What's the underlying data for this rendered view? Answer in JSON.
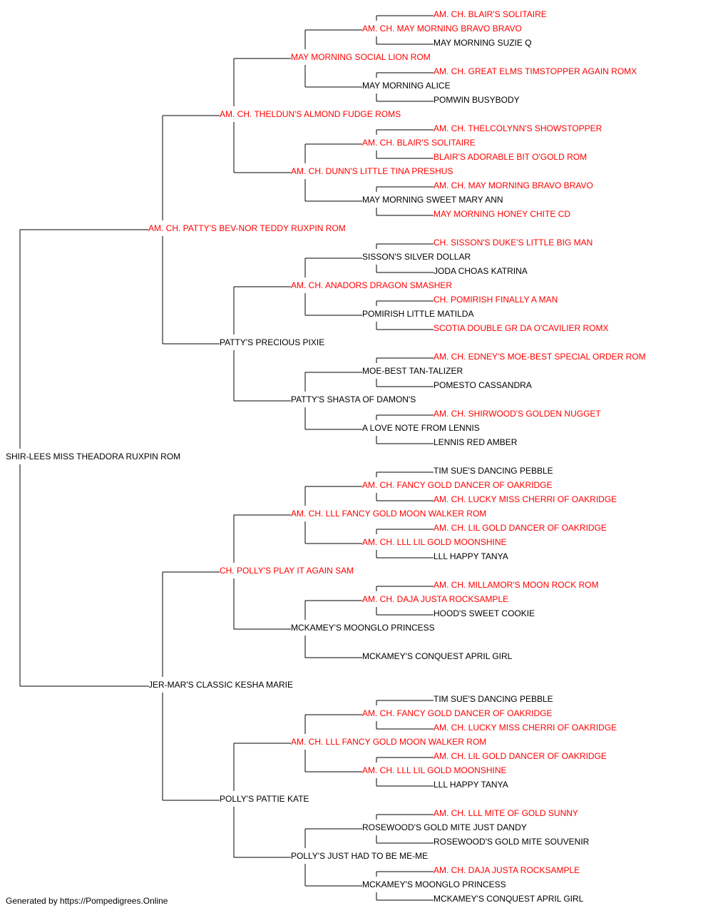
{
  "colors": {
    "champion": "#ff0000",
    "normal": "#000000",
    "line": "#000000"
  },
  "pedigree": {
    "name": "SHIR-LEES MISS THEADORA RUXPIN ROM",
    "ch": false,
    "sire": {
      "name": "AM. CH. PATTY'S BEV-NOR TEDDY RUXPIN ROM",
      "ch": true,
      "sire": {
        "name": "AM. CH. THELDUN'S ALMOND FUDGE ROMS",
        "ch": true,
        "sire": {
          "name": "MAY MORNING SOCIAL LION ROM",
          "ch": true,
          "sire": {
            "name": "AM. CH. MAY MORNING BRAVO BRAVO",
            "ch": true,
            "sire": {
              "name": "AM. CH. BLAIR'S SOLITAIRE",
              "ch": true
            },
            "dam": {
              "name": "MAY MORNING SUZIE Q",
              "ch": false
            }
          },
          "dam": {
            "name": "MAY MORNING ALICE",
            "ch": false,
            "sire": {
              "name": "AM. CH. GREAT ELMS TIMSTOPPER AGAIN ROMX",
              "ch": true
            },
            "dam": {
              "name": "POMWIN BUSYBODY",
              "ch": false
            }
          }
        },
        "dam": {
          "name": "AM. CH. DUNN'S LITTLE TINA PRESHUS",
          "ch": true,
          "sire": {
            "name": "AM. CH. BLAIR'S SOLITAIRE",
            "ch": true,
            "sire": {
              "name": "AM. CH. THELCOLYNN'S SHOWSTOPPER",
              "ch": true
            },
            "dam": {
              "name": "BLAIR'S ADORABLE BIT O'GOLD ROM",
              "ch": true
            }
          },
          "dam": {
            "name": "MAY MORNING SWEET MARY ANN",
            "ch": false,
            "sire": {
              "name": "AM. CH. MAY MORNING BRAVO BRAVO",
              "ch": true
            },
            "dam": {
              "name": "MAY MORNING HONEY CHITE CD",
              "ch": true
            }
          }
        }
      },
      "dam": {
        "name": "PATTY'S PRECIOUS PIXIE",
        "ch": false,
        "sire": {
          "name": "AM. CH. ANADORS DRAGON SMASHER",
          "ch": true,
          "sire": {
            "name": "SISSON'S SILVER DOLLAR",
            "ch": false,
            "sire": {
              "name": "CH. SISSON'S DUKE'S LITTLE BIG MAN",
              "ch": true
            },
            "dam": {
              "name": "JODA CHOAS KATRINA",
              "ch": false
            }
          },
          "dam": {
            "name": "POMIRISH LITTLE MATILDA",
            "ch": false,
            "sire": {
              "name": "CH. POMIRISH FINALLY A MAN",
              "ch": true
            },
            "dam": {
              "name": "SCOTIA DOUBLE GR DA O'CAVILIER ROMX",
              "ch": true
            }
          }
        },
        "dam": {
          "name": "PATTY'S SHASTA OF DAMON'S",
          "ch": false,
          "sire": {
            "name": "MOE-BEST TAN-TALIZER",
            "ch": false,
            "sire": {
              "name": "AM. CH. EDNEY'S MOE-BEST SPECIAL ORDER ROM",
              "ch": true
            },
            "dam": {
              "name": "POMESTO CASSANDRA",
              "ch": false
            }
          },
          "dam": {
            "name": "A LOVE NOTE FROM LENNIS",
            "ch": false,
            "sire": {
              "name": "AM. CH. SHIRWOOD'S GOLDEN NUGGET",
              "ch": true
            },
            "dam": {
              "name": "LENNIS RED AMBER",
              "ch": false
            }
          }
        }
      }
    },
    "dam": {
      "name": "JER-MAR'S CLASSIC KESHA MARIE",
      "ch": false,
      "sire": {
        "name": "CH. POLLY'S PLAY IT AGAIN SAM",
        "ch": true,
        "sire": {
          "name": "AM. CH. LLL FANCY GOLD MOON WALKER ROM",
          "ch": true,
          "sire": {
            "name": "AM. CH. FANCY GOLD DANCER OF OAKRIDGE",
            "ch": true,
            "sire": {
              "name": "TIM SUE'S DANCING PEBBLE",
              "ch": false
            },
            "dam": {
              "name": "AM. CH. LUCKY MISS CHERRI OF OAKRIDGE",
              "ch": true
            }
          },
          "dam": {
            "name": "AM. CH. LLL LIL GOLD MOONSHINE",
            "ch": true,
            "sire": {
              "name": "AM. CH. LIL GOLD DANCER OF OAKRIDGE",
              "ch": true
            },
            "dam": {
              "name": "LLL HAPPY TANYA",
              "ch": false
            }
          }
        },
        "dam": {
          "name": "MCKAMEY'S MOONGLO PRINCESS",
          "ch": false,
          "sire": {
            "name": "AM. CH. DAJA JUSTA ROCKSAMPLE",
            "ch": true,
            "sire": {
              "name": "AM. CH. MILLAMOR'S MOON ROCK ROM",
              "ch": true
            },
            "dam": {
              "name": "HOOD'S SWEET COOKIE",
              "ch": false
            }
          },
          "dam": {
            "name": "MCKAMEY'S CONQUEST APRIL GIRL",
            "ch": false
          }
        }
      },
      "dam": {
        "name": "POLLY'S PATTIE KATE",
        "ch": false,
        "sire": {
          "name": "AM. CH. LLL FANCY GOLD MOON WALKER ROM",
          "ch": true,
          "sire": {
            "name": "AM. CH. FANCY GOLD DANCER OF OAKRIDGE",
            "ch": true,
            "sire": {
              "name": "TIM SUE'S DANCING PEBBLE",
              "ch": false
            },
            "dam": {
              "name": "AM. CH. LUCKY MISS CHERRI OF OAKRIDGE",
              "ch": true
            }
          },
          "dam": {
            "name": "AM. CH. LLL LIL GOLD MOONSHINE",
            "ch": true,
            "sire": {
              "name": "AM. CH. LIL GOLD DANCER OF OAKRIDGE",
              "ch": true
            },
            "dam": {
              "name": "LLL HAPPY TANYA",
              "ch": false
            }
          }
        },
        "dam": {
          "name": "POLLY'S JUST HAD TO BE ME-ME",
          "ch": false,
          "sire": {
            "name": "ROSEWOOD'S GOLD MITE JUST DANDY",
            "ch": false,
            "sire": {
              "name": "AM. CH. LLL MITE OF GOLD SUNNY",
              "ch": true
            },
            "dam": {
              "name": "ROSEWOOD'S GOLD MITE SOUVENIR",
              "ch": false
            }
          },
          "dam": {
            "name": "MCKAMEY'S MOONGLO PRINCESS",
            "ch": false,
            "sire": {
              "name": "AM. CH. DAJA JUSTA ROCKSAMPLE",
              "ch": true
            },
            "dam": {
              "name": "MCKAMEY'S CONQUEST APRIL GIRL",
              "ch": false
            }
          }
        }
      }
    }
  },
  "footer": "Generated by https://Pompedigrees.Online"
}
